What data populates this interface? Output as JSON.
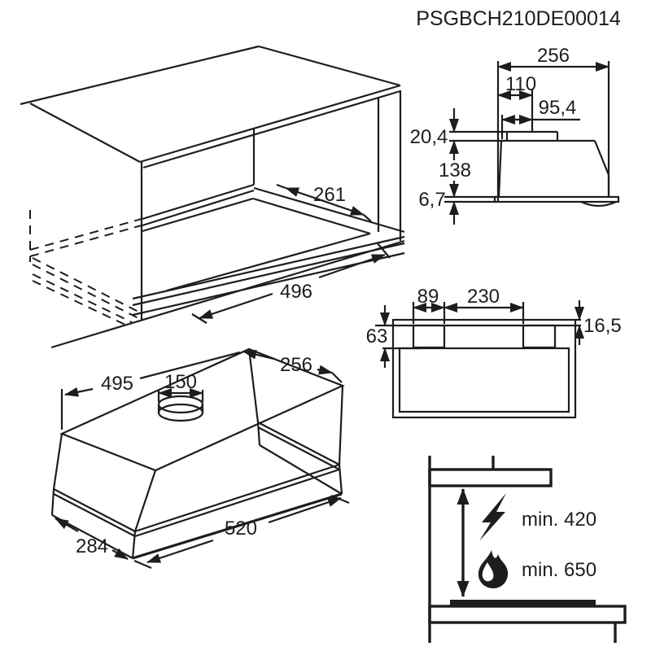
{
  "title": "PSGBCH210DE00014",
  "cabinet": {
    "cutout_depth": "261",
    "cutout_width": "496"
  },
  "side_view": {
    "total_depth": "256",
    "duct_center_from_front": "110",
    "duct_offset": "95,4",
    "flange_height": "20,4",
    "body_height": "138",
    "plate_thickness": "6,7"
  },
  "front_view": {
    "bracket_width": "89",
    "bracket_gap": "230",
    "bracket_height": "63",
    "top_edge": "16,5"
  },
  "hood": {
    "body_width": "495",
    "duct_diameter": "150",
    "body_depth": "256",
    "base_width": "520",
    "base_depth": "284"
  },
  "clearance": {
    "electric": "min. 420",
    "gas": "min. 650"
  },
  "colors": {
    "line": "#1d1d1b"
  }
}
